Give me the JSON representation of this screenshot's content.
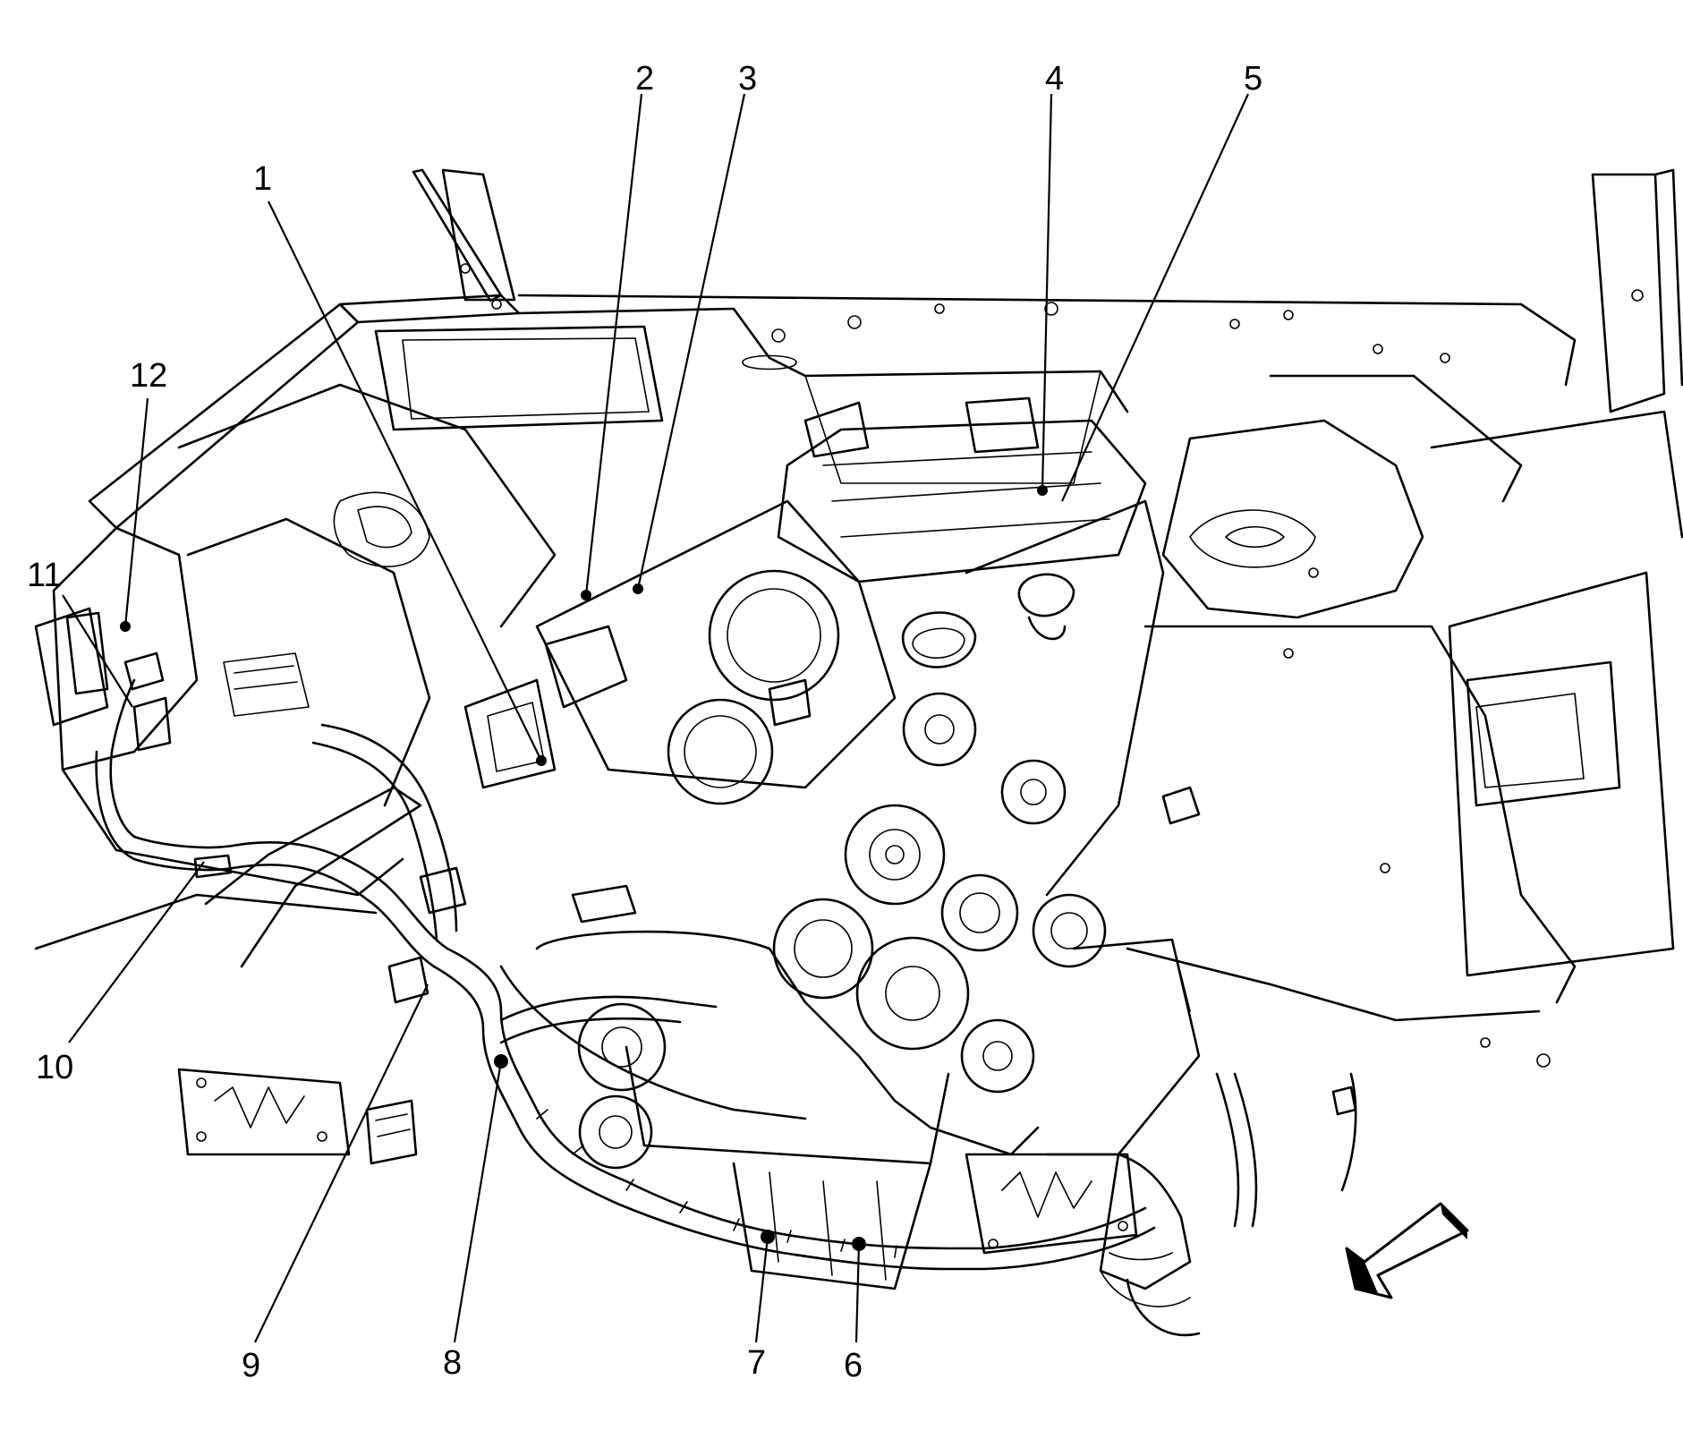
{
  "callouts": {
    "c1": "1",
    "c2": "2",
    "c3": "3",
    "c4": "4",
    "c5": "5",
    "c6": "6",
    "c7": "7",
    "c8": "8",
    "c9": "9",
    "c10": "10",
    "c11": "11",
    "c12": "12"
  },
  "colors": {
    "ink": "#000000",
    "paper": "#ffffff"
  },
  "icons": {
    "direction": "front-direction-arrow-icon"
  }
}
